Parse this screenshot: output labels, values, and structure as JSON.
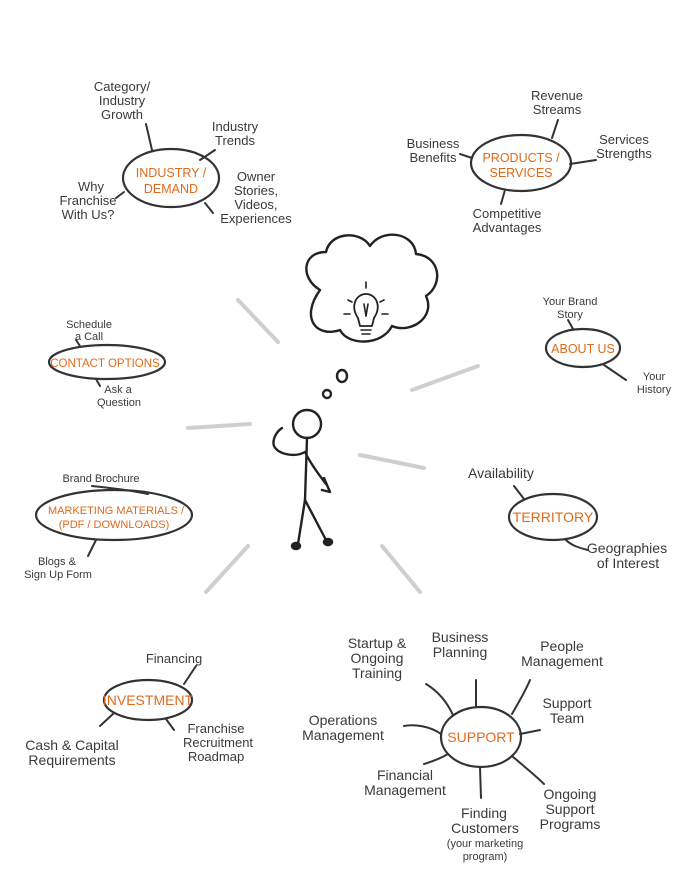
{
  "nodes": {
    "industry": {
      "title_1": "INDUSTRY /",
      "title_2": "DEMAND",
      "category_1": "Category/",
      "category_2": "Industry",
      "category_3": "Growth",
      "trends_1": "Industry",
      "trends_2": "Trends",
      "owner_1": "Owner",
      "owner_2": "Stories,",
      "owner_3": "Videos,",
      "owner_4": "Experiences",
      "why_1": "Why",
      "why_2": "Franchise",
      "why_3": "With Us?"
    },
    "products": {
      "title_1": "PRODUCTS /",
      "title_2": "SERVICES",
      "revenue_1": "Revenue",
      "revenue_2": "Streams",
      "benefits_1": "Business",
      "benefits_2": "Benefits",
      "strengths_1": "Services",
      "strengths_2": "Strengths",
      "competitive_1": "Competitive",
      "competitive_2": "Advantages"
    },
    "contact": {
      "title": "CONTACT OPTIONS",
      "schedule_1": "Schedule",
      "schedule_2": "a Call",
      "ask_1": "Ask a",
      "ask_2": "Question"
    },
    "about": {
      "title": "ABOUT US",
      "story_1": "Your Brand",
      "story_2": "Story",
      "history_1": "Your",
      "history_2": "History"
    },
    "marketing": {
      "title_1": "MARKETING MATERIALS /",
      "title_2": "(PDF / DOWNLOADS)",
      "brochure": "Brand Brochure",
      "blogs_1": "Blogs &",
      "blogs_2": "Sign Up Form"
    },
    "territory": {
      "title": "TERRITORY",
      "availability": "Availability",
      "geo_1": "Geographies",
      "geo_2": "of Interest"
    },
    "investment": {
      "title": "INVESTMENT",
      "financing": "Financing",
      "cash_1": "Cash & Capital",
      "cash_2": "Requirements",
      "roadmap_1": "Franchise",
      "roadmap_2": "Recruitment",
      "roadmap_3": "Roadmap"
    },
    "support": {
      "title": "SUPPORT",
      "startup_1": "Startup &",
      "startup_2": "Ongoing",
      "startup_3": "Training",
      "planning_1": "Business",
      "planning_2": "Planning",
      "people_1": "People",
      "people_2": "Management",
      "team_1": "Support",
      "team_2": "Team",
      "operations_1": "Operations",
      "operations_2": "Management",
      "financial_1": "Financial",
      "financial_2": "Management",
      "ongoing_1": "Ongoing",
      "ongoing_2": "Support",
      "ongoing_3": "Programs",
      "customers_1": "Finding",
      "customers_2": "Customers",
      "customers_3": "(your marketing",
      "customers_4": "program)"
    }
  },
  "colors": {
    "title": "#e06a1b",
    "ink": "#333333",
    "ray": "#cfcfcf"
  }
}
